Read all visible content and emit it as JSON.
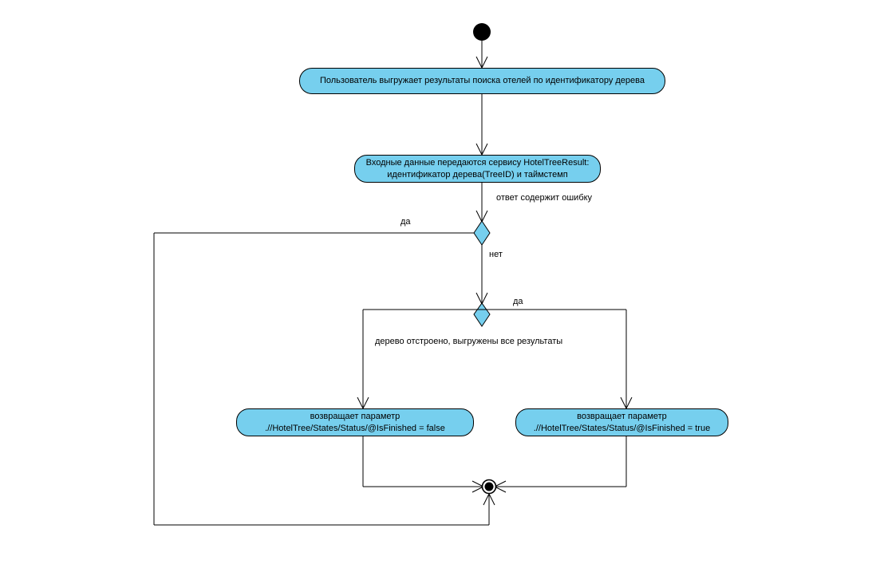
{
  "diagram": {
    "type": "uml-activity-diagram",
    "language": "ru",
    "colors": {
      "activity_fill": "#76cfee",
      "decision_fill": "#76cfee",
      "stroke": "#000000",
      "background": "#ffffff",
      "text": "#000000"
    },
    "nodes": {
      "start": {
        "kind": "initial-node",
        "label": ""
      },
      "activity_1": {
        "kind": "activity",
        "label": "Пользователь выгружает результаты поиска отелей по идентификатору дерева"
      },
      "activity_2": {
        "kind": "activity",
        "line1": "Входные данные передаются сервису HotelTreeResult:",
        "line2": "идентификатор дерева(TreeID) и таймстемп",
        "label": "Входные данные передаются сервису HotelTreeResult:\nидентификатор дерева(TreeID) и таймстемп"
      },
      "decision_1": {
        "kind": "decision",
        "label": ""
      },
      "decision_2": {
        "kind": "decision",
        "label": ""
      },
      "activity_false": {
        "kind": "activity",
        "line1": "возвращает параметр",
        "line2": ".//HotelTree/States/Status/@IsFinished = false",
        "label": "возвращает параметр\n.//HotelTree/States/Status/@IsFinished = false"
      },
      "activity_true": {
        "kind": "activity",
        "line1": "возвращает параметр",
        "line2": ".//HotelTree/States/Status/@IsFinished = true",
        "label": "возвращает параметр\n.//HotelTree/States/Status/@IsFinished = true"
      },
      "end": {
        "kind": "final-node",
        "label": ""
      }
    },
    "edge_labels": {
      "error_guard": "ответ содержит ошибку",
      "decision1_yes": "да",
      "decision1_no": "нет",
      "decision2_yes": "да",
      "decision2_condition": "дерево отстроено, выгружены все результаты"
    }
  }
}
